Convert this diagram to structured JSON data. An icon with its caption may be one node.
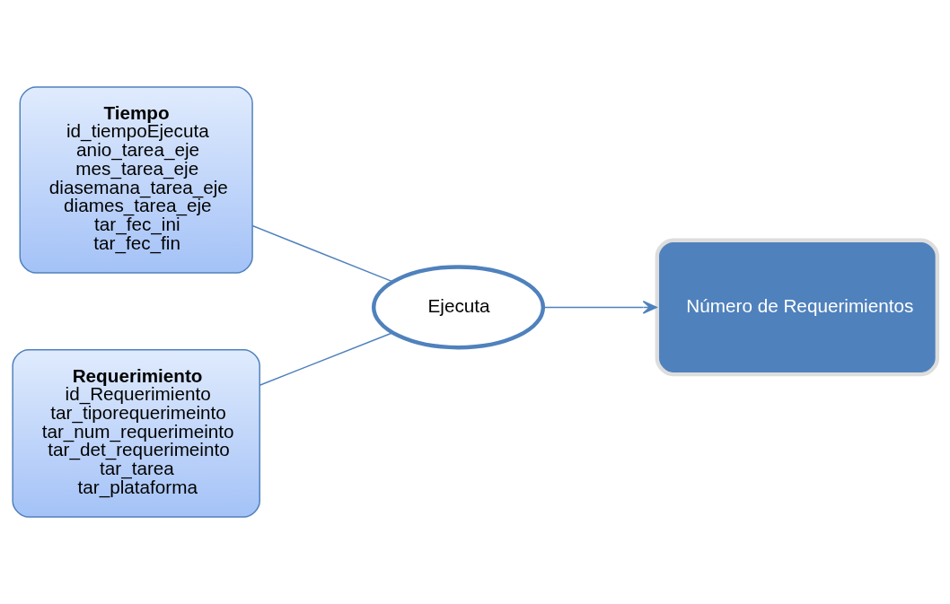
{
  "diagram": {
    "nodes": [
      {
        "text": [
          "Tiempo",
          "id_tiempoEjecuta",
          "anio_tarea_eje",
          "mes_tarea_eje",
          "diasemana_tarea_eje",
          "diames_tarea_eje",
          "tar_fec_ini",
          "tar_fec_fin"
        ]
      },
      {
        "text": [
          "Requerimiento",
          "id_Requerimiento",
          "tar_tiporequerimeinto",
          "tar_num_requerimeinto",
          "tar_det_requerimeinto",
          "tar_tarea",
          "tar_plataforma"
        ]
      },
      {
        "text": [
          "Ejecuta"
        ]
      },
      {
        "text": [
          "Número de Requerimientos"
        ]
      }
    ],
    "edges": [
      {
        "from": 0,
        "to": 2,
        "arrow": "none"
      },
      {
        "from": 1,
        "to": 2,
        "arrow": "none"
      },
      {
        "from": 2,
        "to": 3,
        "arrow": "to"
      }
    ]
  }
}
